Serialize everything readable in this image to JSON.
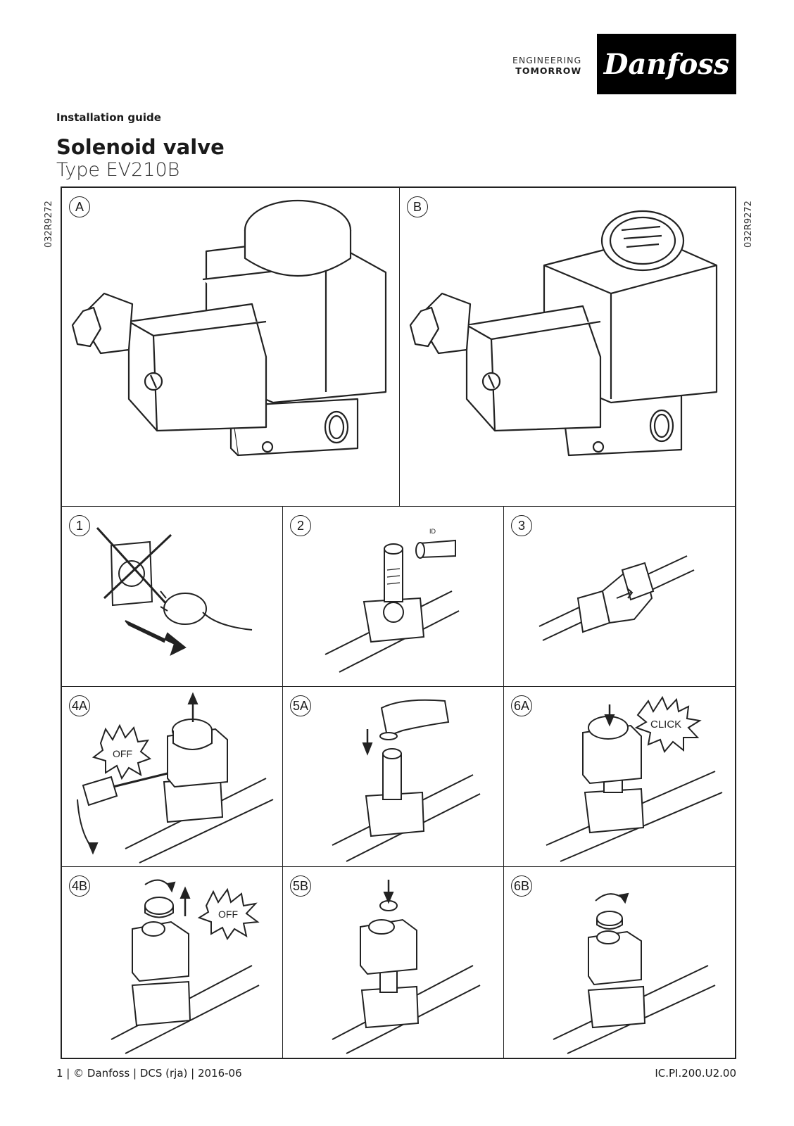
{
  "header": {
    "tagline_line1": "ENGINEERING",
    "tagline_line2": "TOMORROW",
    "logo": "Danfoss"
  },
  "document": {
    "label": "Installation guide",
    "title": "Solenoid valve",
    "subtitle": "Type EV210B",
    "side_code_left": "032R9272",
    "side_code_right": "032R9272"
  },
  "panels": {
    "A": {
      "label": "A"
    },
    "B": {
      "label": "B"
    },
    "p1": {
      "label": "1"
    },
    "p2": {
      "label": "2",
      "id_tag": "ID"
    },
    "p3": {
      "label": "3"
    },
    "p4A": {
      "label": "4A",
      "burst": "OFF"
    },
    "p5A": {
      "label": "5A"
    },
    "p6A": {
      "label": "6A",
      "burst": "CLICK"
    },
    "p4B": {
      "label": "4B",
      "burst": "OFF"
    },
    "p5B": {
      "label": "5B"
    },
    "p6B": {
      "label": "6B"
    }
  },
  "footer": {
    "left": "1 | © Danfoss | DCS (rja) | 2016-06",
    "right": "IC.PI.200.U2.00"
  }
}
